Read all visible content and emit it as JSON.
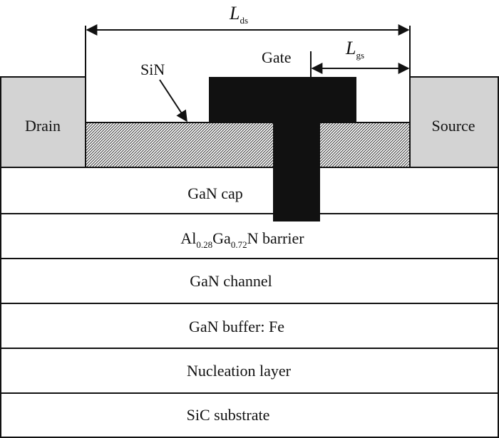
{
  "diagram": {
    "dimensions": {
      "lds": {
        "main": "L",
        "sub": "ds"
      },
      "lgs": {
        "main": "L",
        "sub": "gs"
      }
    },
    "labels": {
      "sin": "SiN",
      "gate": "Gate",
      "drain": "Drain",
      "source": "Source"
    },
    "layers": {
      "gan_cap": "GaN cap",
      "barrier": {
        "p1": "Al",
        "s1": "0.28",
        "p2": "Ga",
        "s2": "0.72",
        "p3": "N barrier"
      },
      "gan_channel": "GaN channel",
      "gan_buffer": "GaN buffer: Fe",
      "nucleation": "Nucleation layer",
      "substrate": "SiC substrate"
    },
    "colors": {
      "contact_fill": "#d3d3d3",
      "gate_fill": "#111111",
      "line": "#111111",
      "background": "#ffffff"
    }
  }
}
